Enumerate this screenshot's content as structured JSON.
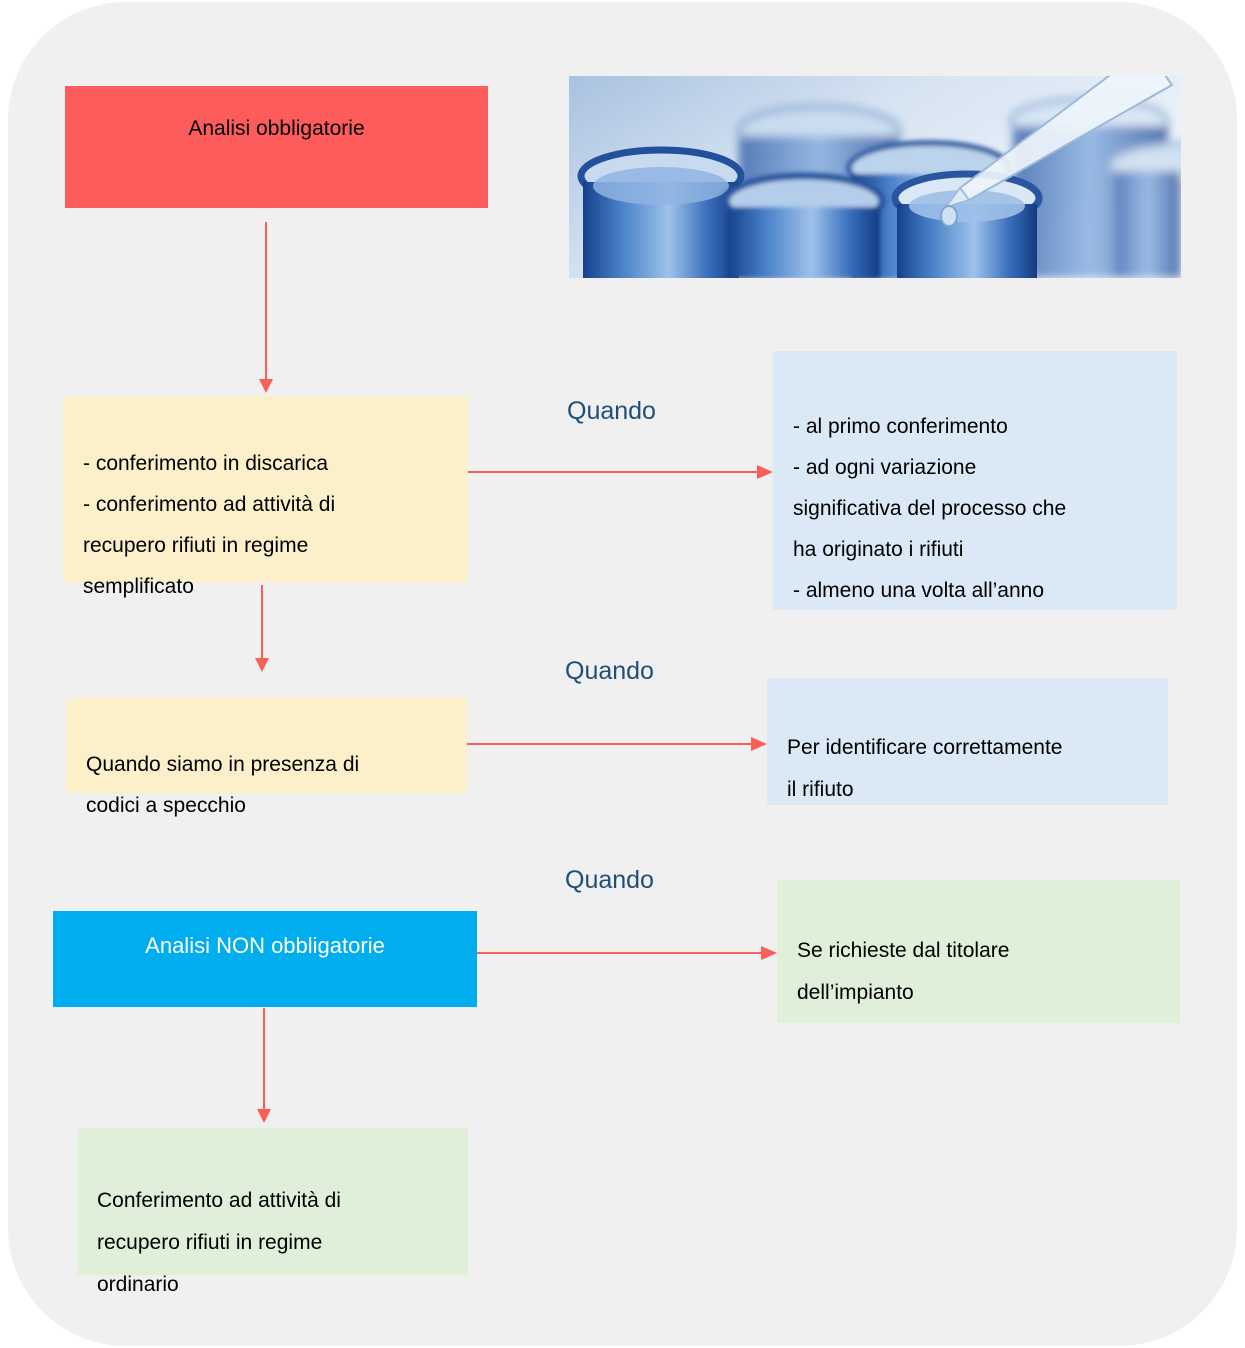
{
  "colors": {
    "page_bg": "#ffffff",
    "canvas_bg": "#f0f0f1",
    "red_box": "#fd5c5c",
    "cyan_box": "#00aeef",
    "yellow_box": "#fcf0cb",
    "blue_info_box": "#dbe8f5",
    "green_box": "#e0efd9",
    "arrow": "#f75f57",
    "quando_text": "#1f4e79",
    "box_text": "#000000",
    "cyan_box_text": "#ffffff"
  },
  "labels": {
    "quando_1": "Quando",
    "quando_2": "Quando",
    "quando_3": "Quando"
  },
  "nodes": {
    "analisi_obbligatorie": "Analisi obbligatorie",
    "casi_analisi_obbligatorie": "- conferimento in discarica\n- conferimento ad attività di\nrecupero rifiuti in regime\nsemplificato",
    "quando_analisi_obbligatorie": "- al primo conferimento\n- ad ogni variazione\nsignificativa del processo che\nha originato i rifiuti\n- almeno una volta all’anno",
    "codici_a_specchio": "Quando siamo in presenza di\ncodici a specchio",
    "identificare_rifiuto": "Per identificare correttamente\nil rifiuto",
    "analisi_non_obbligatorie": "Analisi NON obbligatorie",
    "richieste_titolare": "Se richieste dal titolare\ndell’impianto",
    "recupero_ordinario": "Conferimento ad attività di\nrecupero rifiuti in regime\nordinario"
  },
  "photo": {
    "name": "test-tubes-with-pipette-photo"
  }
}
